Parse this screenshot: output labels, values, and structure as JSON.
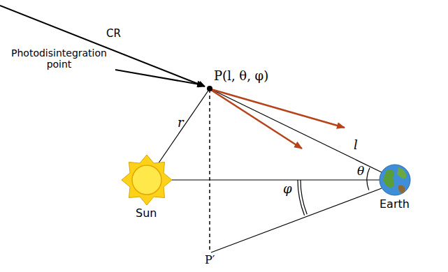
{
  "diagram": {
    "labels": [
      "CR",
      "Photodisintegration point",
      "P(l, θ, φ)",
      "r",
      "l",
      "θ",
      "φ",
      "Sun",
      "P′",
      "Earth"
    ]
  }
}
